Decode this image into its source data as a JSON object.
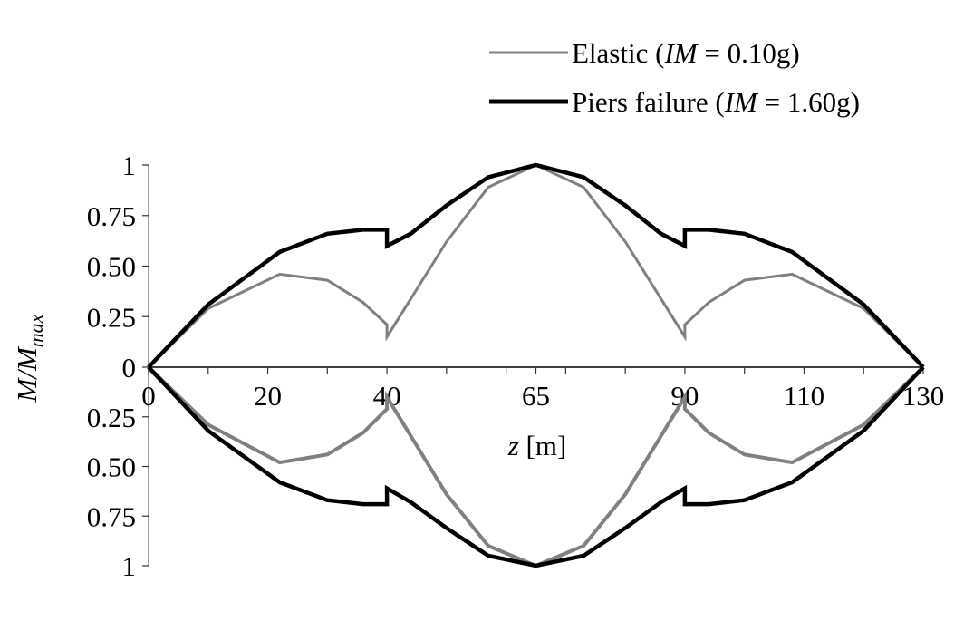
{
  "chart_data": {
    "type": "line",
    "title": "",
    "xlabel": "z [m]",
    "xlabel_italic_part": "z",
    "xlabel_unit": "[m]",
    "ylabel": "M/M_max",
    "ylabel_main": "M/M",
    "ylabel_sub": "max",
    "xlim": [
      0,
      130
    ],
    "ylim_upper": [
      0,
      1
    ],
    "ylim_lower": [
      0,
      1
    ],
    "x_tick_labels": [
      "0",
      "20",
      "40",
      "65",
      "90",
      "110",
      "130"
    ],
    "x_tick_label_values": [
      0,
      20,
      40,
      65,
      90,
      110,
      130
    ],
    "x_minor_ticks": [
      0,
      10,
      20,
      30,
      40,
      50,
      60,
      65,
      70,
      80,
      90,
      100,
      110,
      120,
      130
    ],
    "y_upper_tick_labels": [
      "0",
      "0.25",
      "0.50",
      "0.75",
      "1"
    ],
    "y_upper_tick_values": [
      0,
      0.25,
      0.5,
      0.75,
      1
    ],
    "y_lower_tick_labels": [
      "0.25",
      "0.50",
      "0.75",
      "1"
    ],
    "y_lower_tick_values": [
      0.25,
      0.5,
      0.75,
      1
    ],
    "grid": false,
    "legend_position": "top-right",
    "series": [
      {
        "name": "Elastic (IM = 0.10g)",
        "legend_prefix": "Elastic (",
        "legend_italic": "IM",
        "legend_suffix": " = 0.10g)",
        "color": "#808080",
        "width": 3,
        "upper": {
          "x": [
            0,
            10,
            22,
            30,
            36,
            40,
            40,
            50,
            57,
            65,
            73,
            80,
            90,
            90,
            94,
            100,
            108,
            120,
            130
          ],
          "y": [
            0,
            0.29,
            0.46,
            0.43,
            0.32,
            0.21,
            0.15,
            0.62,
            0.89,
            1.0,
            0.89,
            0.62,
            0.15,
            0.21,
            0.32,
            0.43,
            0.46,
            0.29,
            0
          ]
        },
        "lower": {
          "x": [
            0,
            10,
            22,
            30,
            36,
            40,
            40,
            50,
            57,
            65,
            73,
            80,
            90,
            90,
            94,
            100,
            108,
            120,
            130
          ],
          "y": [
            0,
            0.29,
            0.48,
            0.44,
            0.33,
            0.21,
            0.15,
            0.64,
            0.9,
            1.0,
            0.9,
            0.64,
            0.15,
            0.21,
            0.33,
            0.44,
            0.48,
            0.29,
            0
          ]
        }
      },
      {
        "name": "Piers failure (IM = 1.60g)",
        "legend_prefix": "Piers failure (",
        "legend_italic": "IM",
        "legend_suffix": " = 1.60g)",
        "color": "#000000",
        "width": 4.5,
        "upper": {
          "x": [
            0,
            10,
            22,
            30,
            36,
            40,
            40,
            44,
            50,
            57,
            65,
            73,
            80,
            86,
            90,
            90,
            94,
            100,
            108,
            120,
            130
          ],
          "y": [
            0,
            0.31,
            0.57,
            0.66,
            0.68,
            0.68,
            0.6,
            0.66,
            0.8,
            0.94,
            1.0,
            0.94,
            0.8,
            0.66,
            0.6,
            0.68,
            0.68,
            0.66,
            0.57,
            0.31,
            0
          ]
        },
        "lower": {
          "x": [
            0,
            10,
            22,
            30,
            36,
            40,
            40,
            44,
            50,
            57,
            65,
            73,
            80,
            86,
            90,
            90,
            94,
            100,
            108,
            120,
            130
          ],
          "y": [
            0,
            0.32,
            0.58,
            0.67,
            0.69,
            0.69,
            0.61,
            0.68,
            0.81,
            0.95,
            1.0,
            0.95,
            0.81,
            0.68,
            0.61,
            0.69,
            0.69,
            0.67,
            0.58,
            0.32,
            0
          ]
        }
      }
    ]
  }
}
